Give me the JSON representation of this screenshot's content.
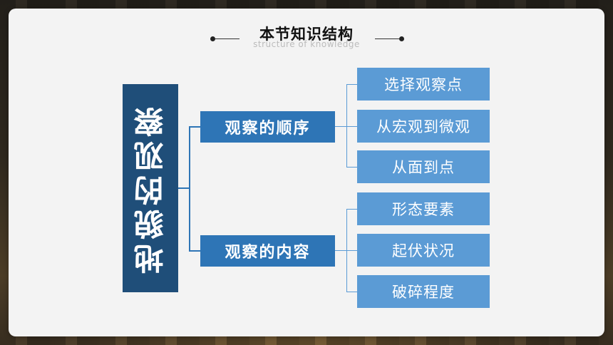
{
  "header": {
    "title": "本节知识结构",
    "subtitle": "structure of knowledge"
  },
  "diagram": {
    "root": "地貌的观察",
    "branches": [
      {
        "label": "观察的顺序",
        "children": [
          "选择观察点",
          "从宏观到微观",
          "从面到点"
        ]
      },
      {
        "label": "观察的内容",
        "children": [
          "形态要素",
          "起伏状况",
          "破碎程度"
        ]
      }
    ]
  },
  "colors": {
    "root": "#1f4e79",
    "branch": "#2e75b6",
    "leaf": "#5b9bd5",
    "card": "#f3f3f3"
  }
}
